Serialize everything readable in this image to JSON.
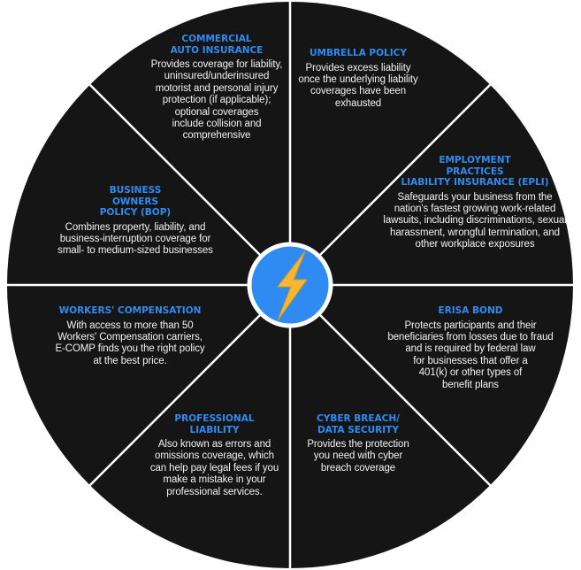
{
  "colors": {
    "segment": "#151515",
    "divider": "#ffffff",
    "title": "#2f8bf2",
    "text": "#f2f2f2",
    "hub_fill": "#2f8bf2",
    "hub_border": "#ffffff",
    "bolt": "#f7b733"
  },
  "hub": {
    "icon": "lightning-bolt-icon"
  },
  "segments": {
    "commercial_auto": {
      "title": "COMMERCIAL\nAUTO INSURANCE",
      "description": "Provides coverage for liability,\nuninsured/underinsured\nmotorist and personal injury\nprotection (if applicable);\noptional coverages\ninclude collision and\ncomprehensive"
    },
    "umbrella": {
      "title": "UMBRELLA POLICY",
      "description": "Provides excess liability\nonce the underlying liability\ncoverages have been\nexhausted"
    },
    "epli": {
      "title": "EMPLOYMENT\nPRACTICES\nLIABILITY INSURANCE (EPLI)",
      "description": "Safeguards your business from the\nnation's fastest growing work-related\nlawsuits, including discriminations, sexual\nharassment, wrongful termination, and\nother workplace exposures"
    },
    "erisa": {
      "title": "ERISA BOND",
      "description": "Protects participants and their\nbeneficiaries from losses due to fraud\nand is required by federal law\nfor businesses that offer a\n401(k) or other types of\nbenefit plans"
    },
    "cyber": {
      "title": "CYBER BREACH/\nDATA SECURITY",
      "description": "Provides the protection\nyou need with cyber\nbreach coverage"
    },
    "professional": {
      "title": "PROFESSIONAL\nLIABILITY",
      "description": "Also known as errors and\nomissions coverage, which\ncan help pay legal fees if you\nmake a mistake in your\nprofessional services."
    },
    "workers_comp": {
      "title": "WORKERS' COMPENSATION",
      "description": "With access to more than 50\nWorkers' Compensation carriers,\nE-COMP finds you the right policy\nat the best price."
    },
    "bop": {
      "title": "BUSINESS\nOWNERS\nPOLICY (BOP)",
      "description": "Combines property, liability, and\nbusiness-interruption coverage for\nsmall- to medium-sized businesses"
    }
  }
}
